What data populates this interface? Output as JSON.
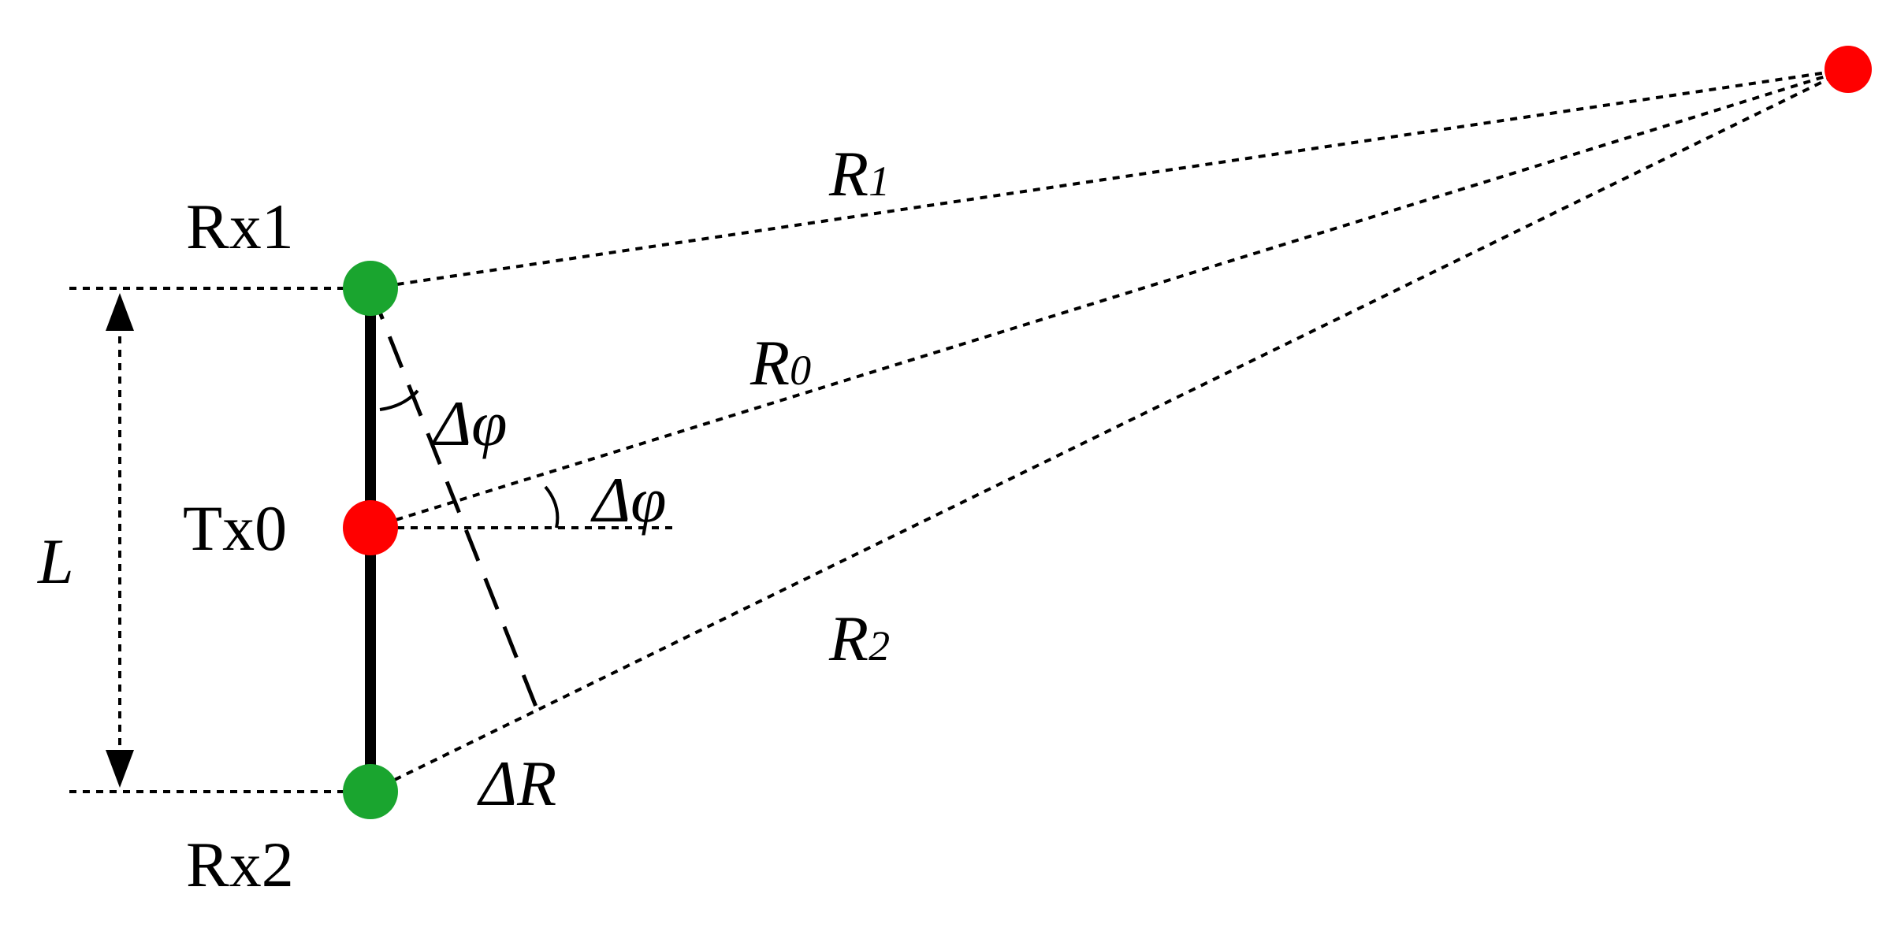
{
  "labels": {
    "rx1": "Rx1",
    "tx0": "Tx0",
    "rx2": "Rx2",
    "length": "L",
    "range_diff": "ΔR",
    "angle_upper": "Δφ",
    "angle_right": "Δφ"
  },
  "ranges": [
    {
      "base": "R",
      "subscript": "1"
    },
    {
      "base": "R",
      "subscript": "0"
    },
    {
      "base": "R",
      "subscript": "2"
    }
  ],
  "colors": {
    "receiver": "#1aa52f",
    "transmitter": "#ff0000",
    "target": "#ff0000",
    "line": "#000000"
  }
}
